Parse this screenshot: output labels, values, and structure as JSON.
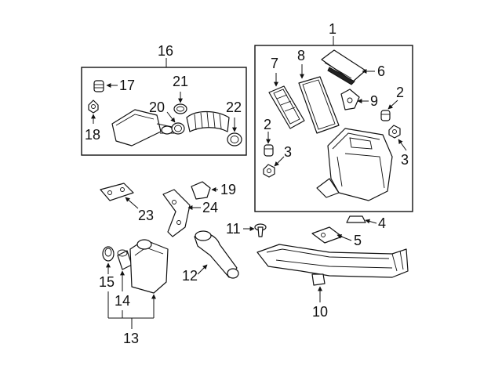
{
  "callouts": {
    "c1": "1",
    "c2a": "2",
    "c2b": "2",
    "c3a": "3",
    "c3b": "3",
    "c4": "4",
    "c5": "5",
    "c6": "6",
    "c7": "7",
    "c8": "8",
    "c9": "9",
    "c10": "10",
    "c11": "11",
    "c12": "12",
    "c13": "13",
    "c14": "14",
    "c15": "15",
    "c16": "16",
    "c17": "17",
    "c18": "18",
    "c19": "19",
    "c20": "20",
    "c21": "21",
    "c22": "22",
    "c23": "23",
    "c24": "24"
  }
}
